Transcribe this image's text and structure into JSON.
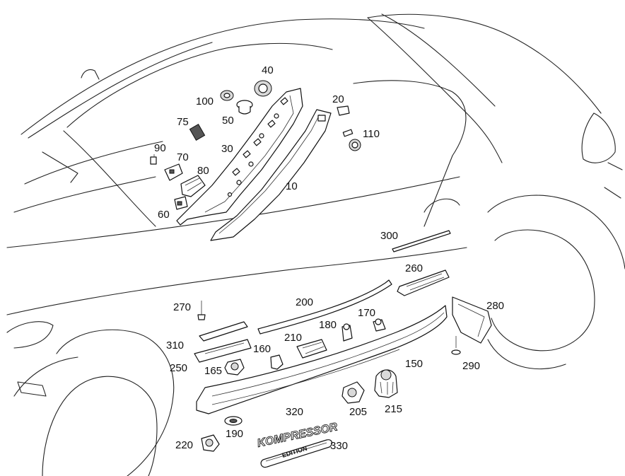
{
  "labels": {
    "p10": "10",
    "p20": "20",
    "p30": "30",
    "p40": "40",
    "p50": "50",
    "p60": "60",
    "p70": "70",
    "p75": "75",
    "p80": "80",
    "p90": "90",
    "p100": "100",
    "p110": "110",
    "p150": "150",
    "p160": "160",
    "p165": "165",
    "p170": "170",
    "p180": "180",
    "p190": "190",
    "p200": "200",
    "p205": "205",
    "p210": "210",
    "p215": "215",
    "p220": "220",
    "p250": "250",
    "p260": "260",
    "p270": "270",
    "p280": "280",
    "p290": "290",
    "p300": "300",
    "p310": "310",
    "p320": "320",
    "p330": "330"
  },
  "badges": {
    "kompressor": "KOMPRESSOR",
    "edition": "EDITION"
  }
}
